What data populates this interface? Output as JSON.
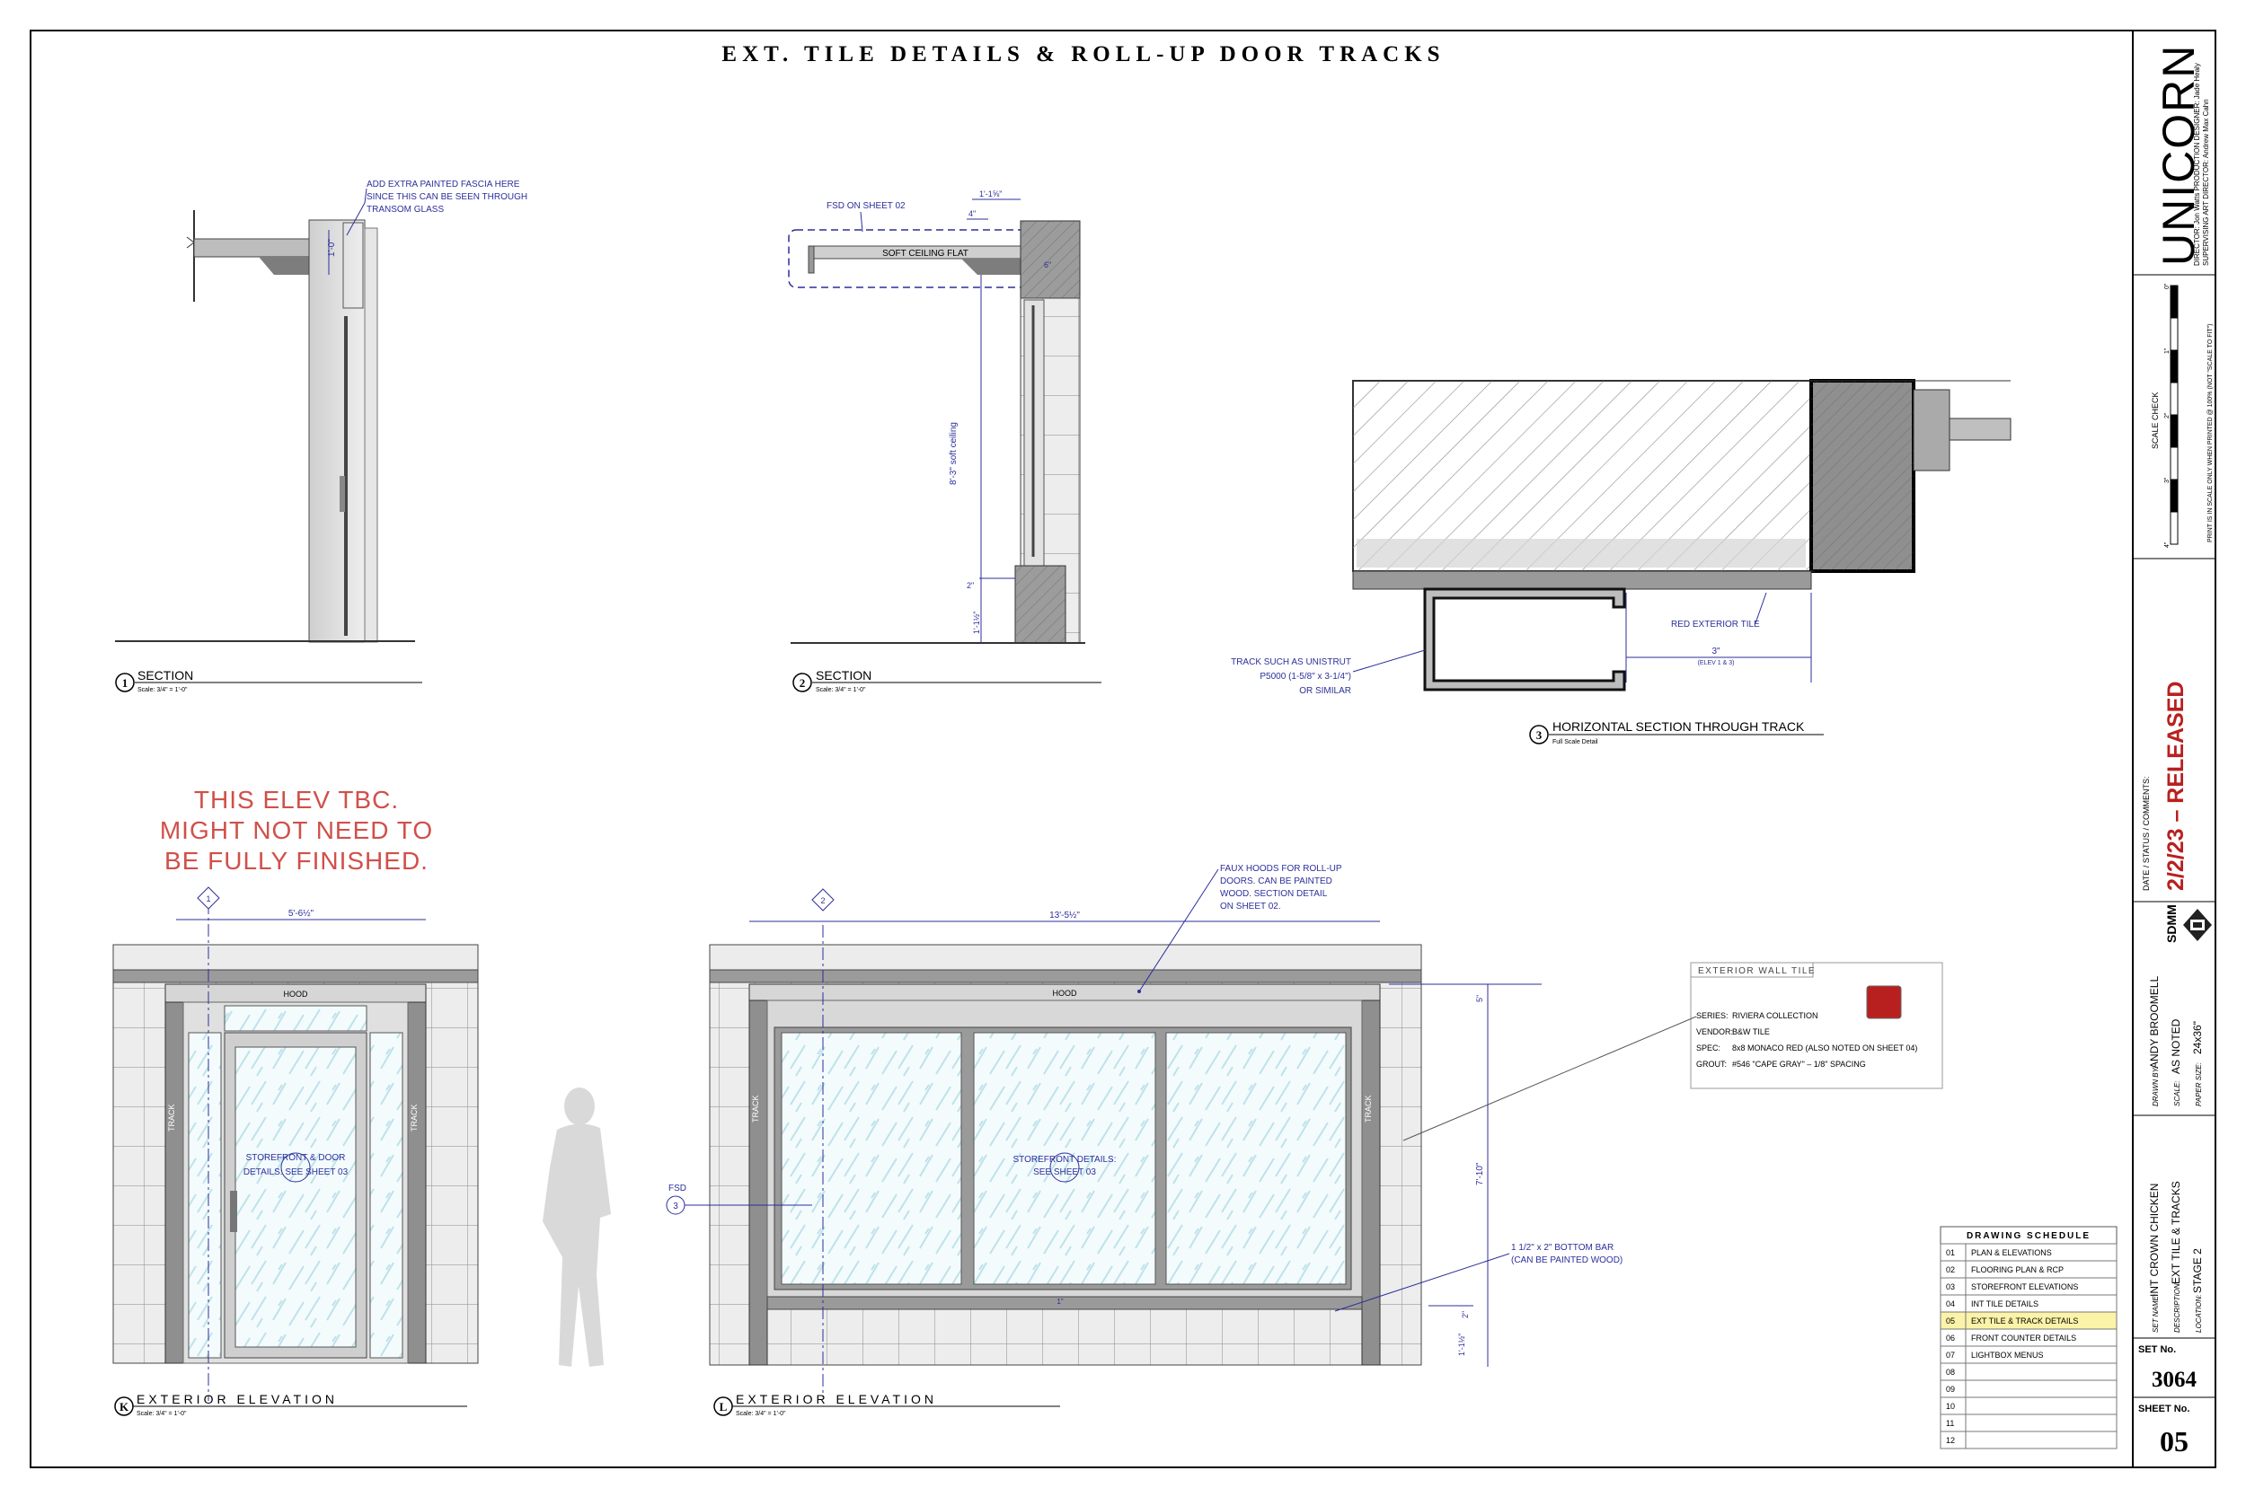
{
  "sheet": {
    "title": "EXT. TILE DETAILS & ROLL-UP DOOR TRACKS"
  },
  "details": {
    "d1": {
      "number": "1",
      "label": "SECTION",
      "scale": "Scale: 3/4\" = 1'-0\"",
      "note": [
        "ADD EXTRA PAINTED FASCIA HERE",
        "SINCE THIS CAN BE SEEN THROUGH",
        "TRANSOM GLASS"
      ],
      "dim_1": "1'-0\""
    },
    "d2": {
      "number": "2",
      "label": "SECTION",
      "scale": "Scale: 3/4\" = 1'-0\"",
      "fsd_note": "FSD ON SHEET 02",
      "ceiling": "SOFT CEILING FLAT",
      "dim_top": "1'-1⅝\"",
      "dim_4": "4\"",
      "dim_soft": "8'-3\" soft ceiling",
      "dim_2": "2\"",
      "dim_bottom": "1'-1½\"",
      "dim_6": "6\""
    },
    "d3": {
      "number": "3",
      "label": "HORIZONTAL SECTION THROUGH TRACK",
      "scale": "Full Scale Detail",
      "track_note": [
        "TRACK SUCH AS UNISTRUT",
        "P5000 (1-5/8\" x 3-1/4\")",
        "OR SIMILAR"
      ],
      "tile_note": "RED EXTERIOR TILE",
      "dim_3": "3\"",
      "dim_sub": "(ELEV 1 & 3)"
    },
    "dK": {
      "number": "K",
      "label": "EXTERIOR ELEVATION",
      "scale": "Scale: 3/4\" = 1'-0\"",
      "tbc": [
        "THIS ELEV TBC.",
        "MIGHT NOT NEED TO",
        "BE FULLY FINISHED."
      ],
      "dim_width": "5'-6½\"",
      "hood": "HOOD",
      "track": "TRACK",
      "storefront": [
        "STOREFRONT & DOOR",
        "DETAILS: SEE SHEET 03"
      ],
      "marker": "1"
    },
    "dL": {
      "number": "L",
      "label": "EXTERIOR ELEVATION",
      "scale": "Scale: 3/4\" = 1'-0\"",
      "dim_width": "13'-5½\"",
      "hood": "HOOD",
      "track": "TRACK",
      "hood_note": [
        "FAUX HOODS FOR ROLL-UP",
        "DOORS. CAN BE PAINTED",
        "WOOD. SECTION DETAIL",
        "ON SHEET 02."
      ],
      "storefront": [
        "STOREFRONT DETAILS:",
        "SEE SHEET 03"
      ],
      "bar_note": [
        "1 1/2\" x 2\" BOTTOM BAR",
        "(CAN BE PAINTED WOOD)"
      ],
      "dim_5": "5\"",
      "dim_height": "7'-10\"",
      "dim_2": "2\"",
      "dim_bottom": "1'-1½\"",
      "dim_1": "1\"",
      "fsd": "FSD",
      "fsd_num": "3",
      "marker": "2"
    }
  },
  "tile_card": {
    "heading": "EXTERIOR WALL TILE",
    "rows": [
      {
        "key": "SERIES:",
        "value": "RIVIERA COLLECTION"
      },
      {
        "key": "VENDOR:",
        "value": "B&W TILE"
      },
      {
        "key": "SPEC:",
        "value": "8x8 MONACO RED (ALSO NOTED ON SHEET 04)"
      },
      {
        "key": "GROUT:",
        "value": "#546 \"CAPE GRAY\" – 1/8\" SPACING"
      }
    ],
    "swatch_color": "#b8201f"
  },
  "schedule": {
    "heading": "DRAWING SCHEDULE",
    "rows": [
      {
        "num": "01",
        "name": "PLAN & ELEVATIONS"
      },
      {
        "num": "02",
        "name": "FLOORING PLAN & RCP"
      },
      {
        "num": "03",
        "name": "STOREFRONT ELEVATIONS"
      },
      {
        "num": "04",
        "name": "INT TILE DETAILS"
      },
      {
        "num": "05",
        "name": "EXT TILE & TRACK DETAILS"
      },
      {
        "num": "06",
        "name": "FRONT COUNTER DETAILS"
      },
      {
        "num": "07",
        "name": "LIGHTBOX MENUS"
      },
      {
        "num": "08",
        "name": ""
      },
      {
        "num": "09",
        "name": ""
      },
      {
        "num": "10",
        "name": ""
      },
      {
        "num": "11",
        "name": ""
      },
      {
        "num": "12",
        "name": ""
      }
    ],
    "highlight_color": "#fbf3a8"
  },
  "title_block": {
    "logo": "UNICORN",
    "credits_1": "DIRECTOR: Jon Watts    PRODUCTION DESIGNER: Jade Healy",
    "credits_2": "SUPERVISING ART DIRECTOR: Andrew Max Cahn",
    "scale_check": "SCALE CHECK",
    "scale_note": "PRINT IS IN SCALE ONLY WHEN PRINTED @ 100% (NOT \"SCALE TO FIT\")",
    "scale_marks": [
      "0\"",
      "1\"",
      "2\"",
      "3\"",
      "4\""
    ],
    "status_label": "DATE / STATUS / COMMENTS:",
    "status": "2/2/23 – RELEASED",
    "drawn_by_label": "DRAWN BY:",
    "drawn_by": "ANDY BROOMELL",
    "dept": "SDMM",
    "scale_label": "SCALE:",
    "scale": "AS NOTED",
    "paper_label": "PAPER SIZE:",
    "paper": "24x36\"",
    "set_name_label": "SET NAME:",
    "set_name": "INT CROWN CHICKEN",
    "desc_label": "DESCRIPTION:",
    "desc": "EXT TILE & TRACKS",
    "loc_label": "LOCATION:",
    "loc": "STAGE 2",
    "set_no_label": "SET No.",
    "set_no": "3064",
    "sheet_no_label": "SHEET No.",
    "sheet_no": "05"
  },
  "colors": {
    "annotation_blue": "#2b2f9a",
    "status_red": "#b8201f",
    "tbc_red": "#d0504a"
  }
}
